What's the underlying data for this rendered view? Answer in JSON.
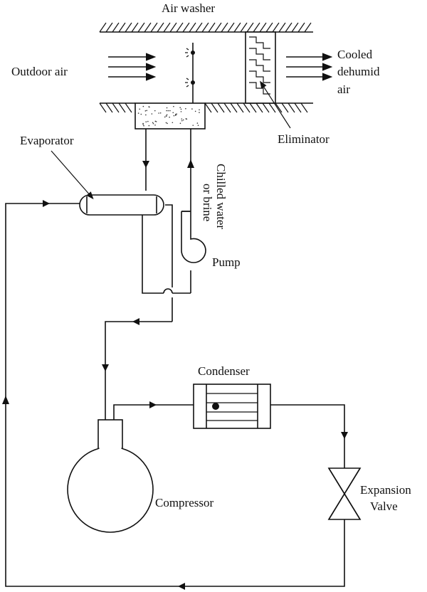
{
  "labels": {
    "air_washer": "Air washer",
    "outdoor_air": "Outdoor air",
    "cooled_line1": "Cooled",
    "cooled_line2": "dehumid",
    "cooled_line3": "air",
    "eliminator": "Eliminator",
    "evaporator": "Evaporator",
    "chilled_line1": "Chilled water",
    "chilled_line2": "or brine",
    "pump": "Pump",
    "condenser": "Condenser",
    "compressor": "Compressor",
    "expansion_line1": "Expansion",
    "expansion_line2": "Valve"
  }
}
